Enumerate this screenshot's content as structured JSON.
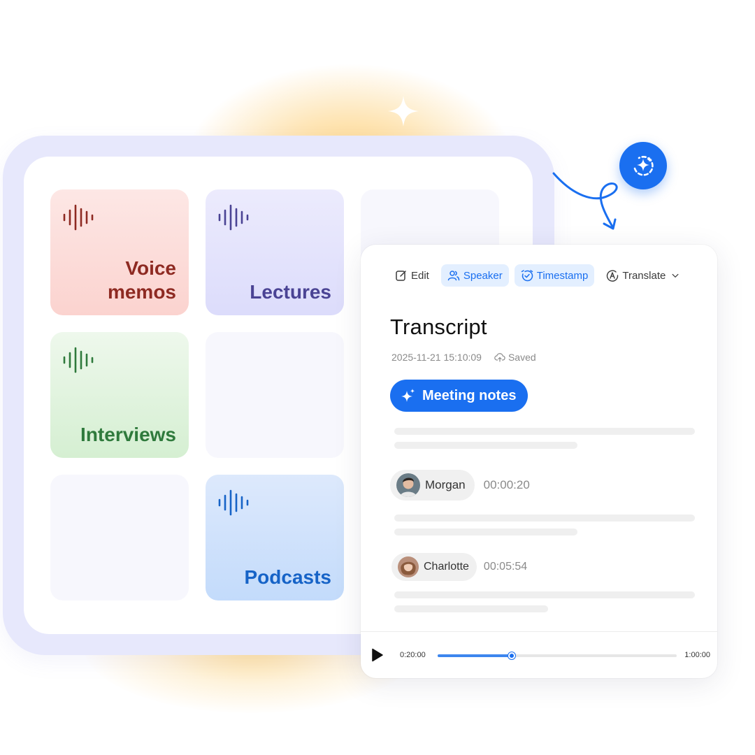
{
  "library": {
    "tiles": [
      {
        "label_line1": "Voice",
        "label_line2": "memos",
        "color": "#8e2a22"
      },
      {
        "label": "Lectures",
        "color": "#4a4394"
      },
      {
        "label": "Interviews",
        "color": "#2f7a3c"
      },
      {
        "label": "Podcasts",
        "color": "#1663c7"
      }
    ]
  },
  "toolbar": {
    "edit": "Edit",
    "speaker": "Speaker",
    "timestamp": "Timestamp",
    "translate": "Translate"
  },
  "transcript": {
    "title": "Transcript",
    "date": "2025-11-21 15:10:09",
    "saved": "Saved",
    "notes_button": "Meeting notes",
    "speakers": [
      {
        "name": "Morgan",
        "time": "00:00:20"
      },
      {
        "name": "Charlotte",
        "time": "00:05:54"
      }
    ]
  },
  "player": {
    "current": "0:20:00",
    "total": "1:00:00",
    "progress": 0.31
  },
  "colors": {
    "accent": "#1a6ff0",
    "frame": "#e7e8fc"
  }
}
